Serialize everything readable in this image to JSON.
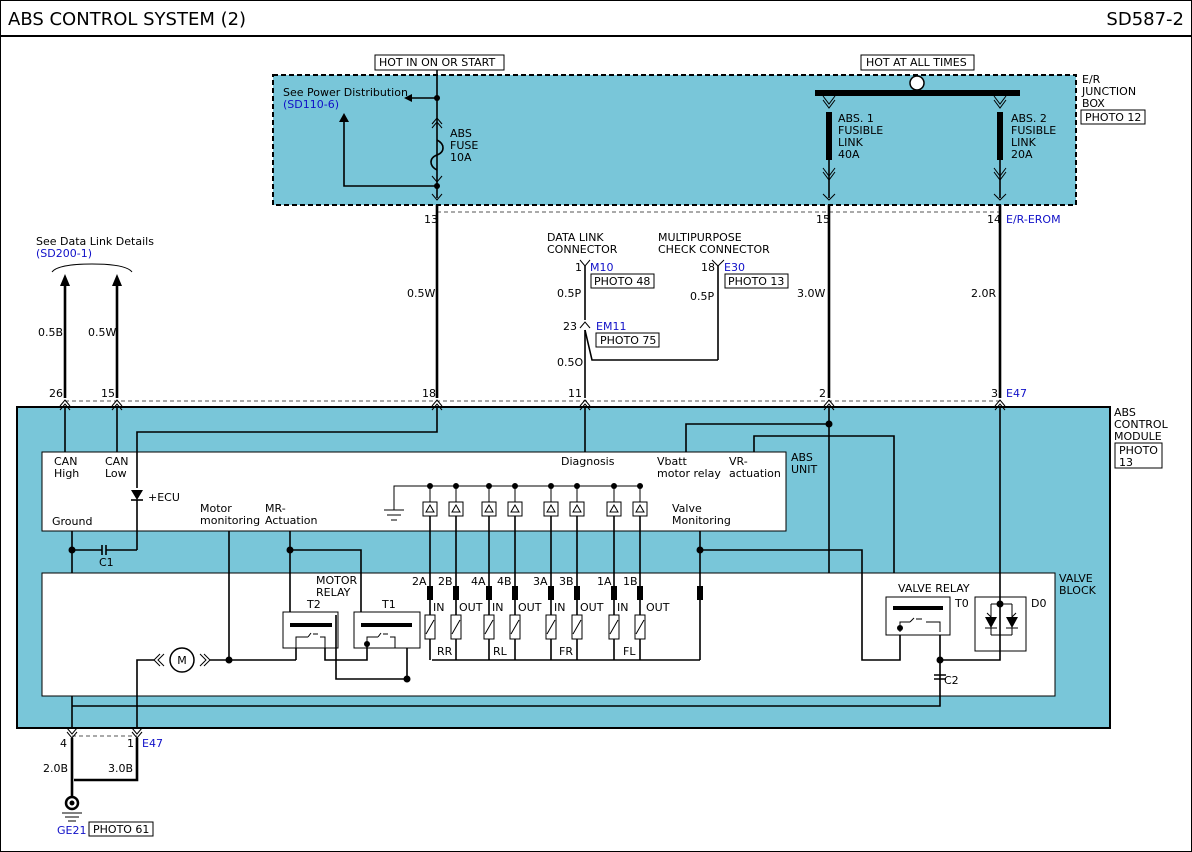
{
  "header": {
    "title": "ABS CONTROL SYSTEM (2)",
    "code": "SD587-2"
  },
  "power": {
    "hot_in_on_or_start": "HOT IN ON OR START",
    "hot_at_all_times": "HOT AT ALL TIMES",
    "see_power_distribution": "See Power Distribution",
    "power_ref": "(SD110-6)",
    "abs_fuse": [
      "ABS",
      "FUSE",
      "10A"
    ],
    "fusible_link_1": [
      "ABS. 1",
      "FUSIBLE",
      "LINK",
      "40A"
    ],
    "fusible_link_2": [
      "ABS. 2",
      "FUSIBLE",
      "LINK",
      "20A"
    ],
    "junction_box": [
      "E/R",
      "JUNCTION",
      "BOX"
    ],
    "junction_photo": "PHOTO 12"
  },
  "connectors": {
    "pin13": "13",
    "pin15": "15",
    "pin14": "14",
    "erom": "E/R-EROM",
    "data_link_title": [
      "DATA LINK",
      "CONNECTOR"
    ],
    "multipurpose_title": [
      "MULTIPURPOSE",
      "CHECK CONNECTOR"
    ],
    "dl_pin": "1",
    "dl_conn": "M10",
    "dl_photo": "PHOTO 48",
    "mp_pin": "18",
    "mp_conn": "E30",
    "mp_photo": "PHOTO 13",
    "em_pin": "23",
    "em_conn": "EM11",
    "em_photo": "PHOTO 75",
    "see_data_link": "See Data Link Details",
    "data_link_ref": "(SD200-1)"
  },
  "wires": {
    "w05w_a": "0.5W",
    "w30w": "3.0W",
    "w20r": "2.0R",
    "w05p_a": "0.5P",
    "w05p_b": "0.5P",
    "w05o": "0.5O",
    "w05b": "0.5B",
    "w05w_b": "0.5W",
    "w20b": "2.0B",
    "w30b": "3.0B"
  },
  "module_pins": {
    "p26": "26",
    "p15": "15",
    "p18": "18",
    "p11": "11",
    "p2": "2",
    "p3": "3",
    "e47": "E47",
    "p4": "4",
    "p1": "1",
    "e47b": "E47"
  },
  "module": {
    "name": [
      "ABS",
      "CONTROL",
      "MODULE"
    ],
    "photo": [
      "PHOTO",
      "13"
    ],
    "abs_unit": [
      "ABS",
      "UNIT"
    ],
    "can_high": [
      "CAN",
      "High"
    ],
    "can_low": [
      "CAN",
      "Low"
    ],
    "diagnosis": "Diagnosis",
    "vbatt": [
      "Vbatt",
      "motor relay"
    ],
    "vr_act": [
      "VR-",
      "actuation"
    ],
    "ecu": "+ECU",
    "motor_mon": [
      "Motor",
      "monitoring"
    ],
    "mr_act": [
      "MR-",
      "Actuation"
    ],
    "valve_mon": [
      "Valve",
      "Monitoring"
    ],
    "ground": "Ground",
    "c1": "C1",
    "c2": "C2"
  },
  "valve_block": {
    "title": [
      "VALVE",
      "BLOCK"
    ],
    "motor_relay": [
      "MOTOR",
      "RELAY"
    ],
    "t2": "T2",
    "t1": "T1",
    "t0": "T0",
    "d0": "D0",
    "valve_relay": "VALVE RELAY",
    "motor": "M",
    "valves": [
      "2A",
      "2B",
      "4A",
      "4B",
      "3A",
      "3B",
      "1A",
      "1B"
    ],
    "io": [
      "IN",
      "OUT",
      "IN",
      "OUT",
      "IN",
      "OUT",
      "IN",
      "OUT"
    ],
    "wheels": [
      "RR",
      "RL",
      "FR",
      "FL"
    ]
  },
  "ground": {
    "name": "GE21",
    "photo": "PHOTO 61"
  }
}
